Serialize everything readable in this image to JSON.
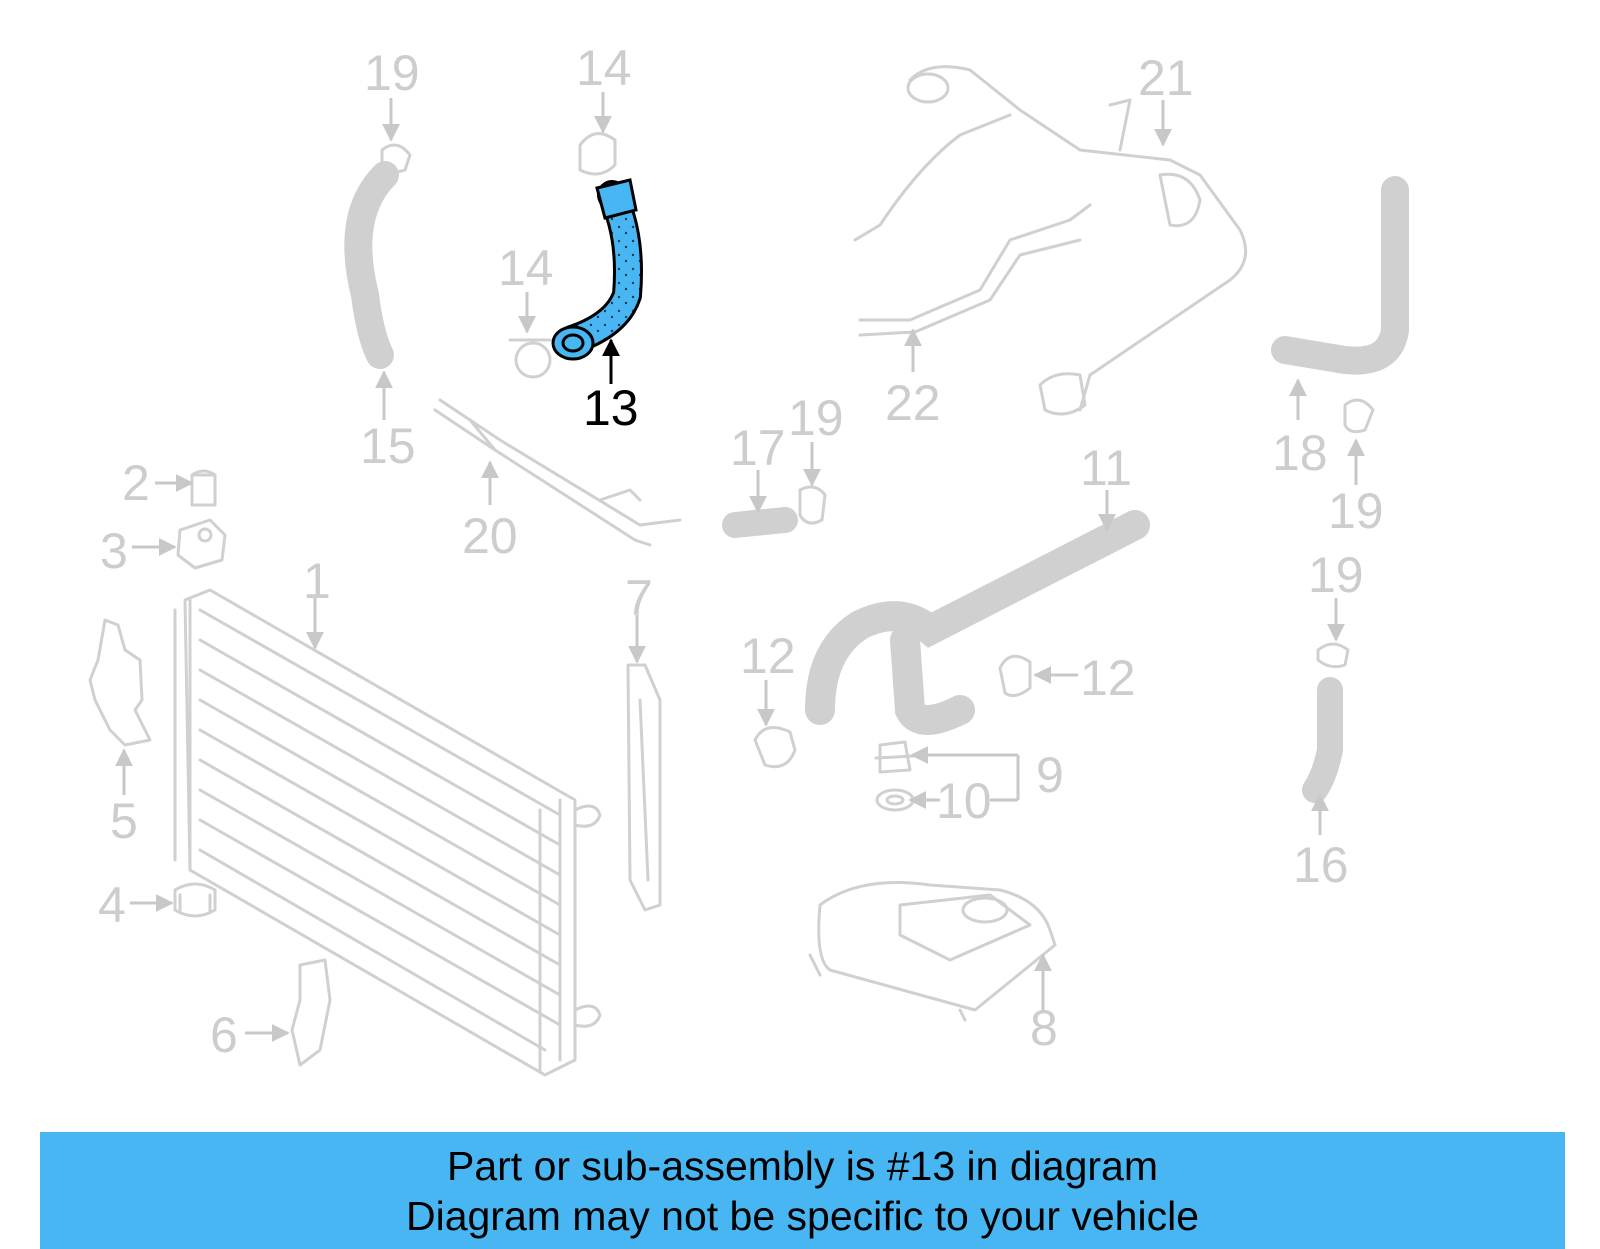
{
  "highlight": {
    "part_number": "13",
    "color": "#48b6f2"
  },
  "callouts": {
    "c1": "1",
    "c2": "2",
    "c3": "3",
    "c4": "4",
    "c5": "5",
    "c6": "6",
    "c7": "7",
    "c8": "8",
    "c9": "9",
    "c10": "10",
    "c11": "11",
    "c12a": "12",
    "c12b": "12",
    "c13": "13",
    "c14a": "14",
    "c14b": "14",
    "c15": "15",
    "c16": "16",
    "c17": "17",
    "c18": "18",
    "c19a": "19",
    "c19b": "19",
    "c19c": "19",
    "c19d": "19",
    "c20": "20",
    "c21": "21",
    "c22": "22"
  },
  "banner": {
    "line1": "Part or sub-assembly is #13 in diagram",
    "line2": "Diagram may not be specific to your vehicle"
  }
}
